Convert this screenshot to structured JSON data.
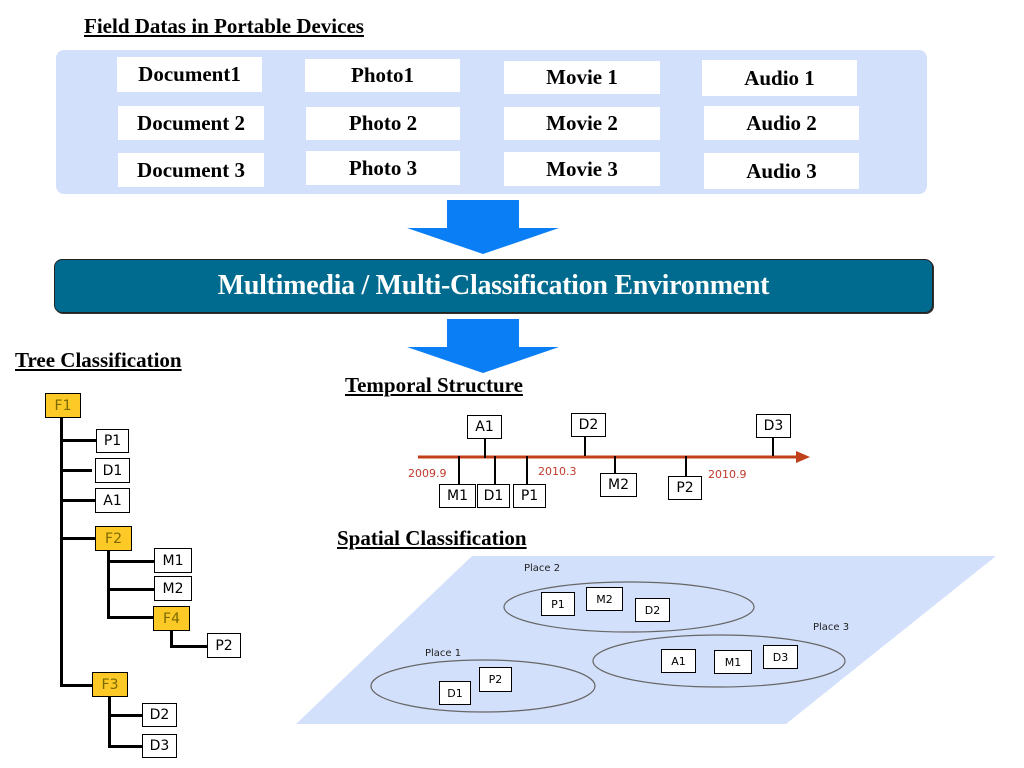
{
  "field_section": {
    "title": "Field Datas in Portable Devices",
    "columns": [
      {
        "type": "document",
        "items": [
          "Document1",
          "Document 2",
          "Document 3"
        ]
      },
      {
        "type": "photo",
        "items": [
          "Photo1",
          "Photo 2",
          "Photo 3"
        ]
      },
      {
        "type": "movie",
        "items": [
          "Movie 1",
          "Movie 2",
          "Movie 3"
        ]
      },
      {
        "type": "audio",
        "items": [
          "Audio 1",
          "Audio 2",
          "Audio 3"
        ]
      }
    ]
  },
  "environment": {
    "label": "Multimedia / Multi-Classification Environment",
    "color": "#006b8e"
  },
  "arrows": {
    "color": "#0a7ff5",
    "count": 2
  },
  "tree": {
    "title": "Tree Classification",
    "folder_color": "#fcc927",
    "nodes": {
      "F1": "F1",
      "P1": "P1",
      "D1": "D1",
      "A1": "A1",
      "F2": "F2",
      "M1": "M1",
      "M2": "M2",
      "F4": "F4",
      "P2": "P2",
      "F3": "F3",
      "D2": "D2",
      "D3": "D3"
    },
    "structure": [
      {
        "folder": "F1",
        "children": [
          "P1",
          "D1",
          "A1",
          "F2",
          "F3"
        ]
      },
      {
        "folder": "F2",
        "children": [
          "M1",
          "M2",
          "F4"
        ]
      },
      {
        "folder": "F4",
        "children": [
          "P2"
        ]
      },
      {
        "folder": "F3",
        "children": [
          "D2",
          "D3"
        ]
      }
    ]
  },
  "temporal": {
    "title": "Temporal Structure",
    "axis_color": "#c0401a",
    "dates": [
      "2009.9",
      "2010.3",
      "2010.9"
    ],
    "above": [
      "A1",
      "D2",
      "D3"
    ],
    "below": [
      "M1",
      "D1",
      "P1",
      "M2",
      "P2"
    ]
  },
  "spatial": {
    "title": "Spatial Classification",
    "plane_color": "#d3e0fb",
    "places": [
      {
        "label": "Place 1",
        "items": [
          "P2",
          "D1"
        ]
      },
      {
        "label": "Place 2",
        "items": [
          "P1",
          "M2",
          "D2"
        ]
      },
      {
        "label": "Place 3",
        "items": [
          "A1",
          "M1",
          "D3"
        ]
      }
    ]
  }
}
